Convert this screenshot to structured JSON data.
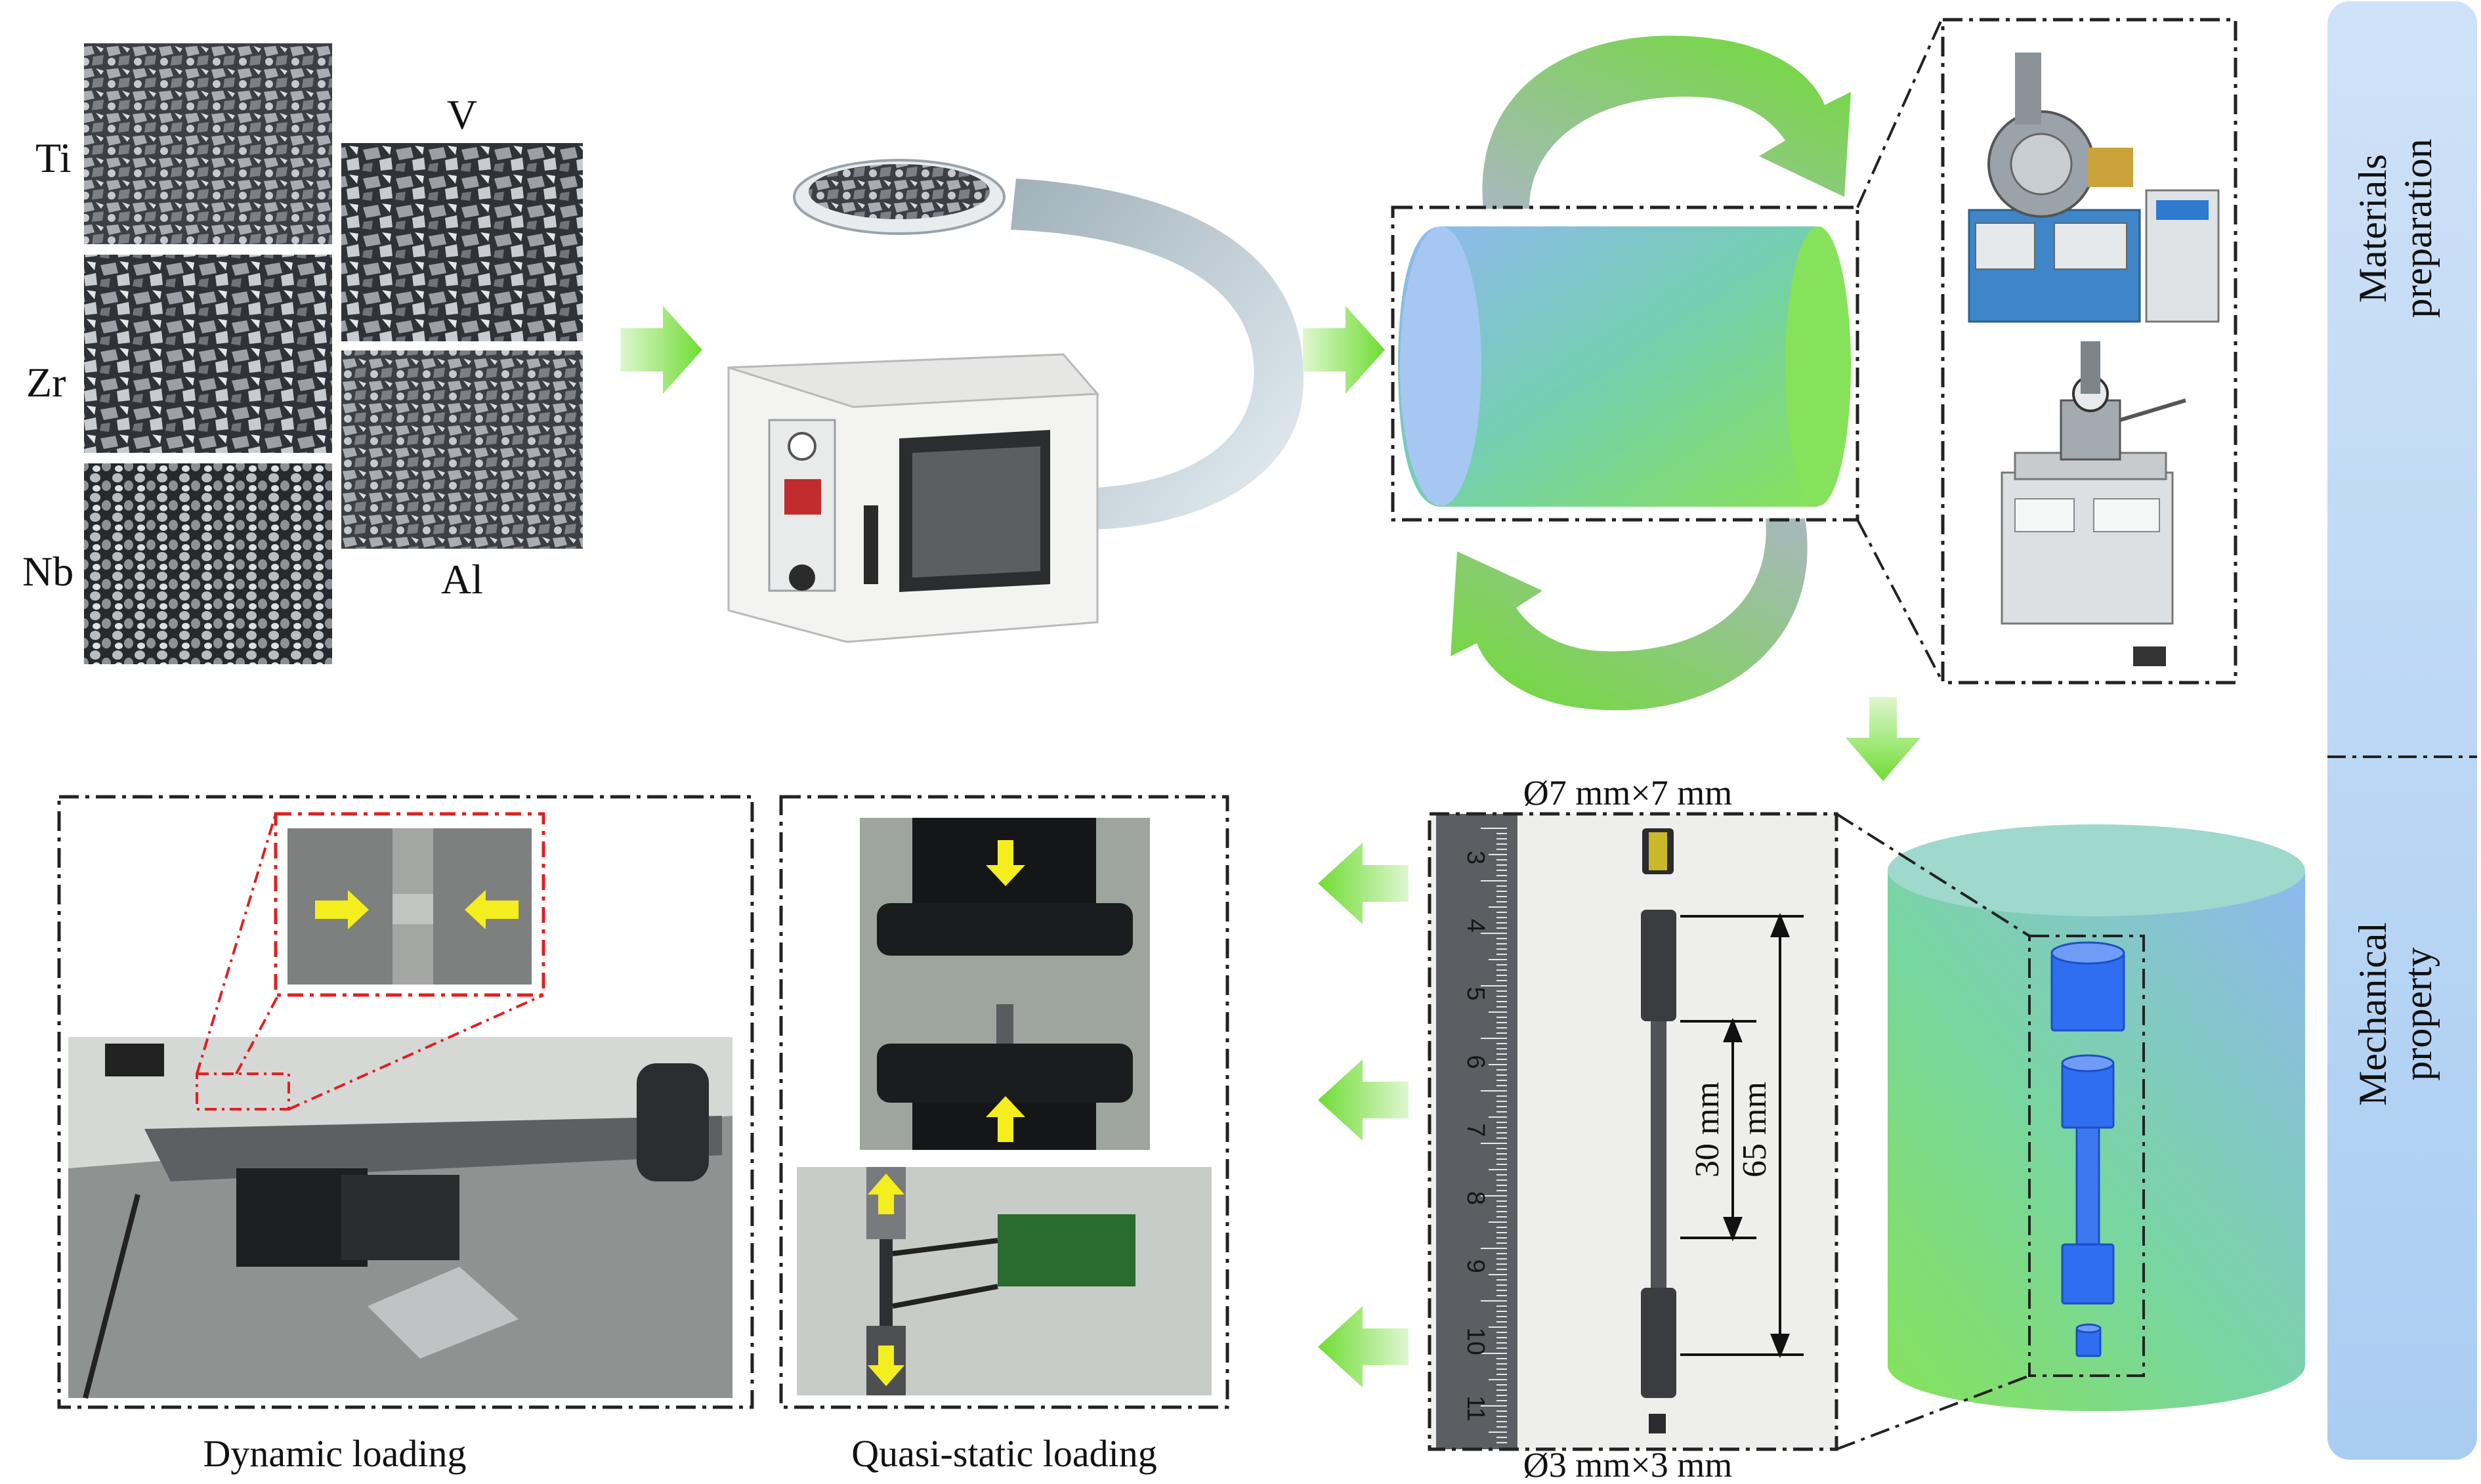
{
  "elements": {
    "ti": "Ti",
    "zr": "Zr",
    "nb": "Nb",
    "v": "V",
    "al": "Al"
  },
  "side_panel": {
    "top_label_line1": "Materials",
    "top_label_line2": "preparation",
    "bottom_label_line1": "Mechanical",
    "bottom_label_line2": "property"
  },
  "specimen": {
    "top_dim": "Ø7 mm×7 mm",
    "bottom_dim": "Ø3 mm×3 mm",
    "gauge_len": "30 mm",
    "total_len": "65 mm",
    "ruler_ticks": [
      "3",
      "4",
      "5",
      "6",
      "7",
      "8",
      "9",
      "10",
      "11"
    ]
  },
  "captions": {
    "dynamic": "Dynamic loading",
    "quasi_static": "Quasi-static loading"
  },
  "colors": {
    "arrow_green": "#7ee24a",
    "panel_blue": "#bcd7f5",
    "ingot_blue": "#8fb8f0",
    "ingot_green": "#86e25a",
    "specimen_blue": "#2f6ef0",
    "highlight_yellow": "#f4ee1e",
    "dashed_red": "#e02020"
  }
}
